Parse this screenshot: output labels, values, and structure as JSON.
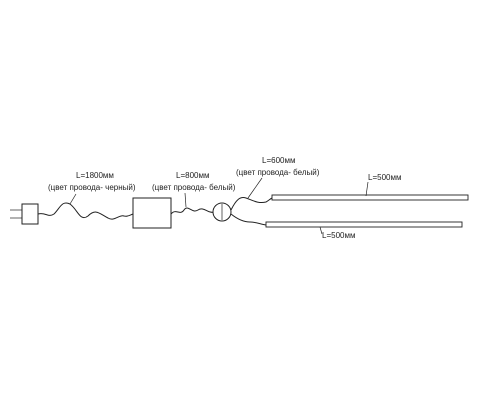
{
  "labels": {
    "cable_main_length": "L=1800мм",
    "cable_main_color": "(цвет провода- черный)",
    "cable_mid_length": "L=800мм",
    "cable_mid_color": "(цвет провода- белый)",
    "cable_lead_length": "L=600мм",
    "cable_lead_color": "(цвет провода- белый)",
    "tube_upper_length": "L=500мм",
    "tube_lower_length": "L=500мм"
  },
  "colors": {
    "line": "#222222",
    "background": "#ffffff"
  }
}
